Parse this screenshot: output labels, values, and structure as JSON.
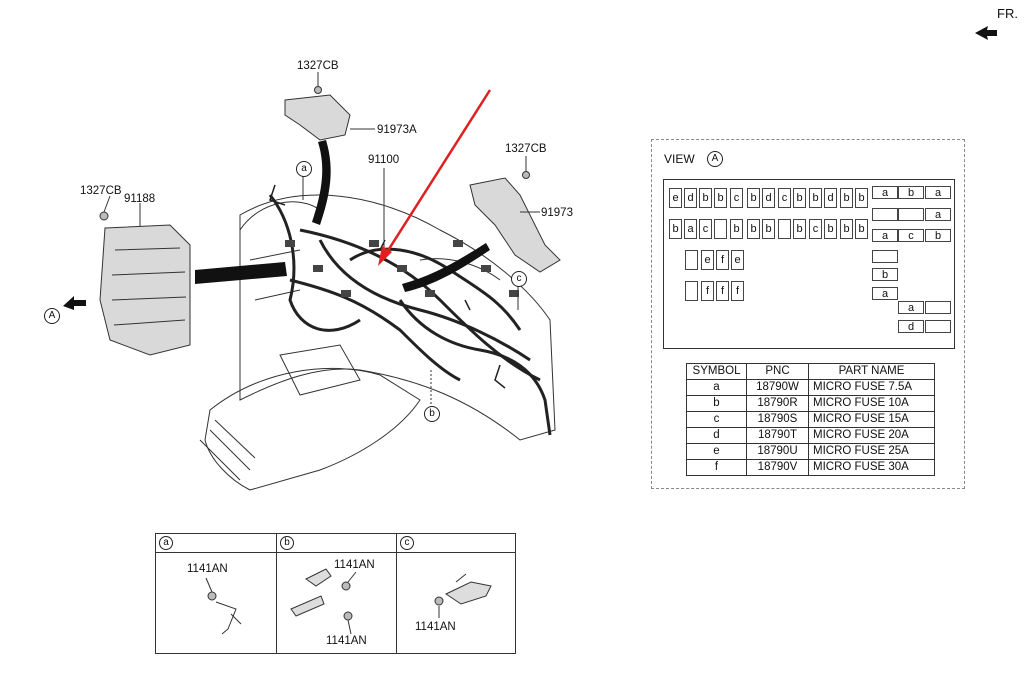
{
  "orientation": {
    "label": "FR."
  },
  "callouts": {
    "bracket_top_bolt": "1327CB",
    "bracket_top": "91973A",
    "harness_main": "91100",
    "bracket_right_bolt": "1327CB",
    "bracket_right": "91973",
    "junction_box_bolt": "1327CB",
    "junction_box": "91188"
  },
  "circle_refs": {
    "a": "a",
    "b": "b",
    "c": "c",
    "view_a": "A"
  },
  "view_panel": {
    "title": "VIEW",
    "circle": "A",
    "fuses": {
      "row1_v": [
        "e",
        "d",
        "b",
        "b",
        "c",
        "b",
        "d",
        "c",
        "b",
        "b",
        "d",
        "b",
        "b"
      ],
      "row1_h": [
        "a",
        "b",
        "a"
      ],
      "row2_h": [
        "",
        "",
        "a"
      ],
      "row3_v": [
        "b",
        "a",
        "c",
        "",
        "b",
        "b",
        "b",
        "",
        "b",
        "c",
        "b",
        "b",
        "b"
      ],
      "row3_h": [
        "a",
        "c",
        "b"
      ],
      "row4_v": [
        "",
        "e",
        "f",
        "e"
      ],
      "row4_h": [
        ""
      ],
      "row5_h": [
        "b"
      ],
      "row6_v": [
        "",
        "f",
        "f",
        "f"
      ],
      "row6_h": [
        "a"
      ],
      "row7_h": [
        "a",
        ""
      ],
      "row8_h": [
        "d",
        ""
      ]
    },
    "table": {
      "headers": [
        "SYMBOL",
        "PNC",
        "PART NAME"
      ],
      "rows": [
        [
          "a",
          "18790W",
          "MICRO FUSE 7.5A"
        ],
        [
          "b",
          "18790R",
          "MICRO FUSE 10A"
        ],
        [
          "c",
          "18790S",
          "MICRO FUSE 15A"
        ],
        [
          "d",
          "18790T",
          "MICRO FUSE 20A"
        ],
        [
          "e",
          "18790U",
          "MICRO FUSE 25A"
        ],
        [
          "f",
          "18790V",
          "MICRO FUSE 30A"
        ]
      ]
    }
  },
  "detail_table": {
    "sections": [
      {
        "ref": "a",
        "labels": [
          "1141AN"
        ]
      },
      {
        "ref": "b",
        "labels": [
          "1141AN",
          "1141AN"
        ]
      },
      {
        "ref": "c",
        "labels": [
          "1141AN"
        ]
      }
    ]
  },
  "colors": {
    "pointer_arrow": "#e02020",
    "line": "#111111",
    "part_fill": "#d9d9d9"
  }
}
